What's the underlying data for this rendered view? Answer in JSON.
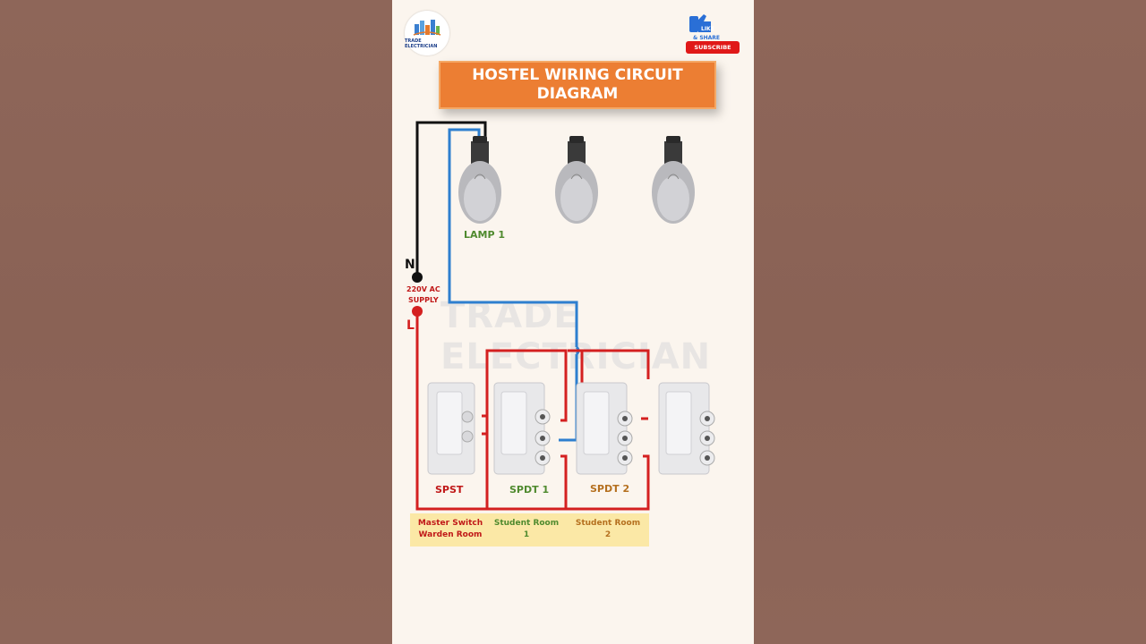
{
  "logo": {
    "text": "TRADE ELECTRICIAN"
  },
  "badge": {
    "like": "LIKE",
    "share": "& SHARE",
    "subscribe": "SUBSCRIBE"
  },
  "title": "HOSTEL WIRING CIRCUIT DIAGRAM",
  "watermark": "TRADE ELECTRICIAN",
  "labels": {
    "lamp": "LAMP 1",
    "neutral": "N",
    "live": "L",
    "supply": "220V AC\nSUPPLY",
    "spst": "SPST",
    "spdt1": "SPDT 1",
    "spdt2": "SPDT 2"
  },
  "captions": [
    "Master Switch\nWarden Room",
    "Student Room\n1",
    "Student Room\n2"
  ],
  "colors": {
    "neutral_wire": "#111111",
    "switch_wire": "#2e7fcf",
    "live_wire": "#d42020",
    "title_bg": "#ec7e33"
  }
}
